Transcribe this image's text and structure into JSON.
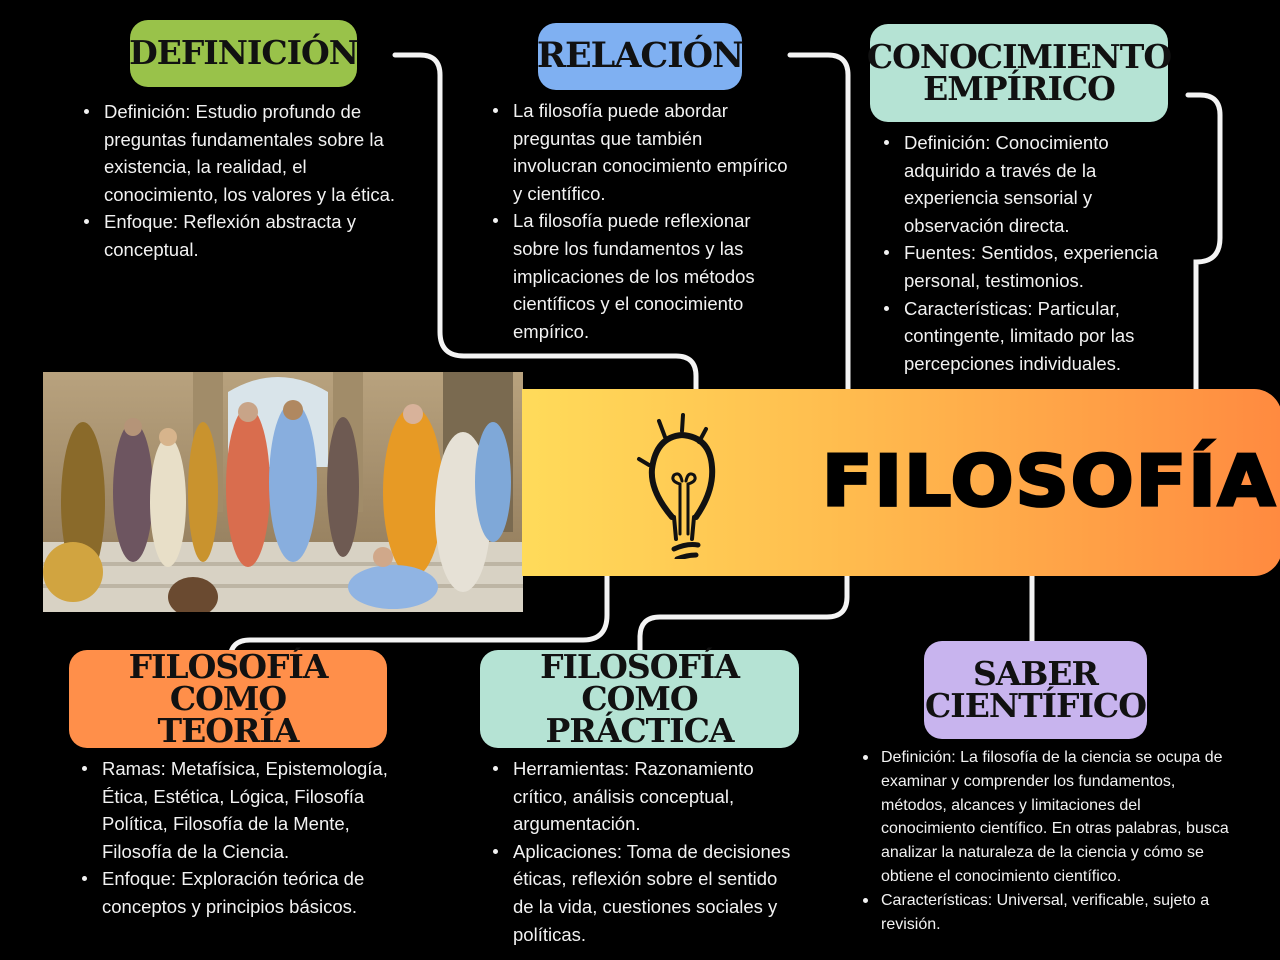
{
  "central": {
    "title": "FILOSOFÍA",
    "icon": "lightbulb-icon",
    "gradient": [
      "#ffdb5a",
      "#ff8a40"
    ]
  },
  "image": {
    "description": "Painting: The School of Athens (philosophers on steps)"
  },
  "sections": {
    "definicion": {
      "header": "DEFINICIÓN",
      "color": "#99c24a",
      "items": [
        "Definición: Estudio profundo de preguntas fundamentales sobre la existencia, la realidad, el conocimiento, los valores y la ética.",
        "Enfoque: Reflexión abstracta y conceptual."
      ]
    },
    "relacion": {
      "header": "RELACIÓN",
      "color": "#7fb0f2",
      "items": [
        "La filosofía puede abordar preguntas que también involucran conocimiento empírico y científico.",
        "La filosofía puede reflexionar sobre los fundamentos y las implicaciones de los métodos científicos y el conocimiento empírico."
      ]
    },
    "empirico": {
      "header_line1": "CONOCIMIENTO",
      "header_line2": "EMPÍRICO",
      "color": "#b5e3d4",
      "items": [
        "Definición: Conocimiento adquirido a través de la experiencia sensorial y observación directa.",
        "Fuentes: Sentidos, experiencia personal, testimonios.",
        "Características: Particular, contingente, limitado por las percepciones individuales."
      ]
    },
    "teoria": {
      "header_line1": "FILOSOFÍA COMO",
      "header_line2": "TEORÍA",
      "color": "#ff8f4a",
      "items": [
        "Ramas: Metafísica, Epistemología, Ética, Estética, Lógica, Filosofía Política, Filosofía de la Mente, Filosofía de la Ciencia.",
        "Enfoque: Exploración teórica de conceptos y principios básicos."
      ]
    },
    "practica": {
      "header_line1": "FILOSOFÍA COMO",
      "header_line2": "PRÁCTICA",
      "color": "#b5e3d4",
      "items": [
        "Herramientas: Razonamiento crítico, análisis conceptual, argumentación.",
        "Aplicaciones: Toma de decisiones éticas, reflexión sobre el sentido de la vida, cuestiones sociales y políticas."
      ]
    },
    "cientifico": {
      "header_line1": "SABER",
      "header_line2": "CIENTÍFICO",
      "color": "#c8b4ee",
      "items": [
        "Definición: La filosofía de la ciencia se ocupa de examinar y comprender los fundamentos, métodos, alcances y limitaciones del conocimiento científico. En otras palabras, busca analizar la naturaleza de la ciencia y cómo se obtiene el conocimiento científico.",
        "Características: Universal, verificable, sujeto a revisión."
      ]
    }
  }
}
